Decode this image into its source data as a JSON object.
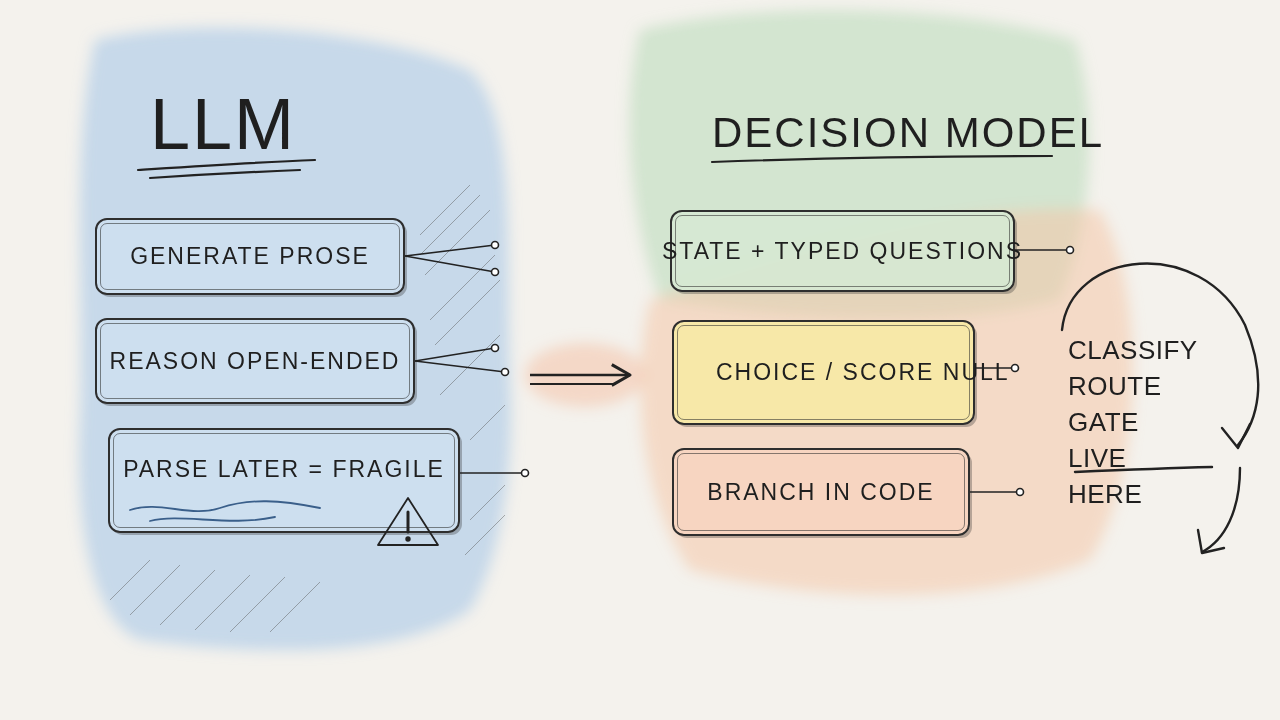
{
  "diagram": {
    "nodes": [
      {
        "text": [
          "LLM"
        ]
      },
      {
        "text": [
          "GENERATE PROSE"
        ],
        "in": 0
      },
      {
        "text": [
          "REASON OPEN-ENDED"
        ],
        "in": 0
      },
      {
        "text": [
          "PARSE LATER = FRAGILE"
        ],
        "in": 0
      },
      {
        "text": [
          "DECISION MODEL"
        ]
      },
      {
        "text": [
          "STATE + TYPED QUESTIONS"
        ],
        "in": 4
      },
      {
        "text": [
          "CHOICE / SCORE NULL"
        ],
        "in": 4
      },
      {
        "text": [
          "BRANCH IN CODE"
        ],
        "in": 4
      }
    ],
    "edges": [
      {
        "from": 0,
        "to": 4,
        "arrow": "to"
      }
    ],
    "labels": [
      "CLASSIFY ROUTE GATE LIVE HERE"
    ]
  }
}
